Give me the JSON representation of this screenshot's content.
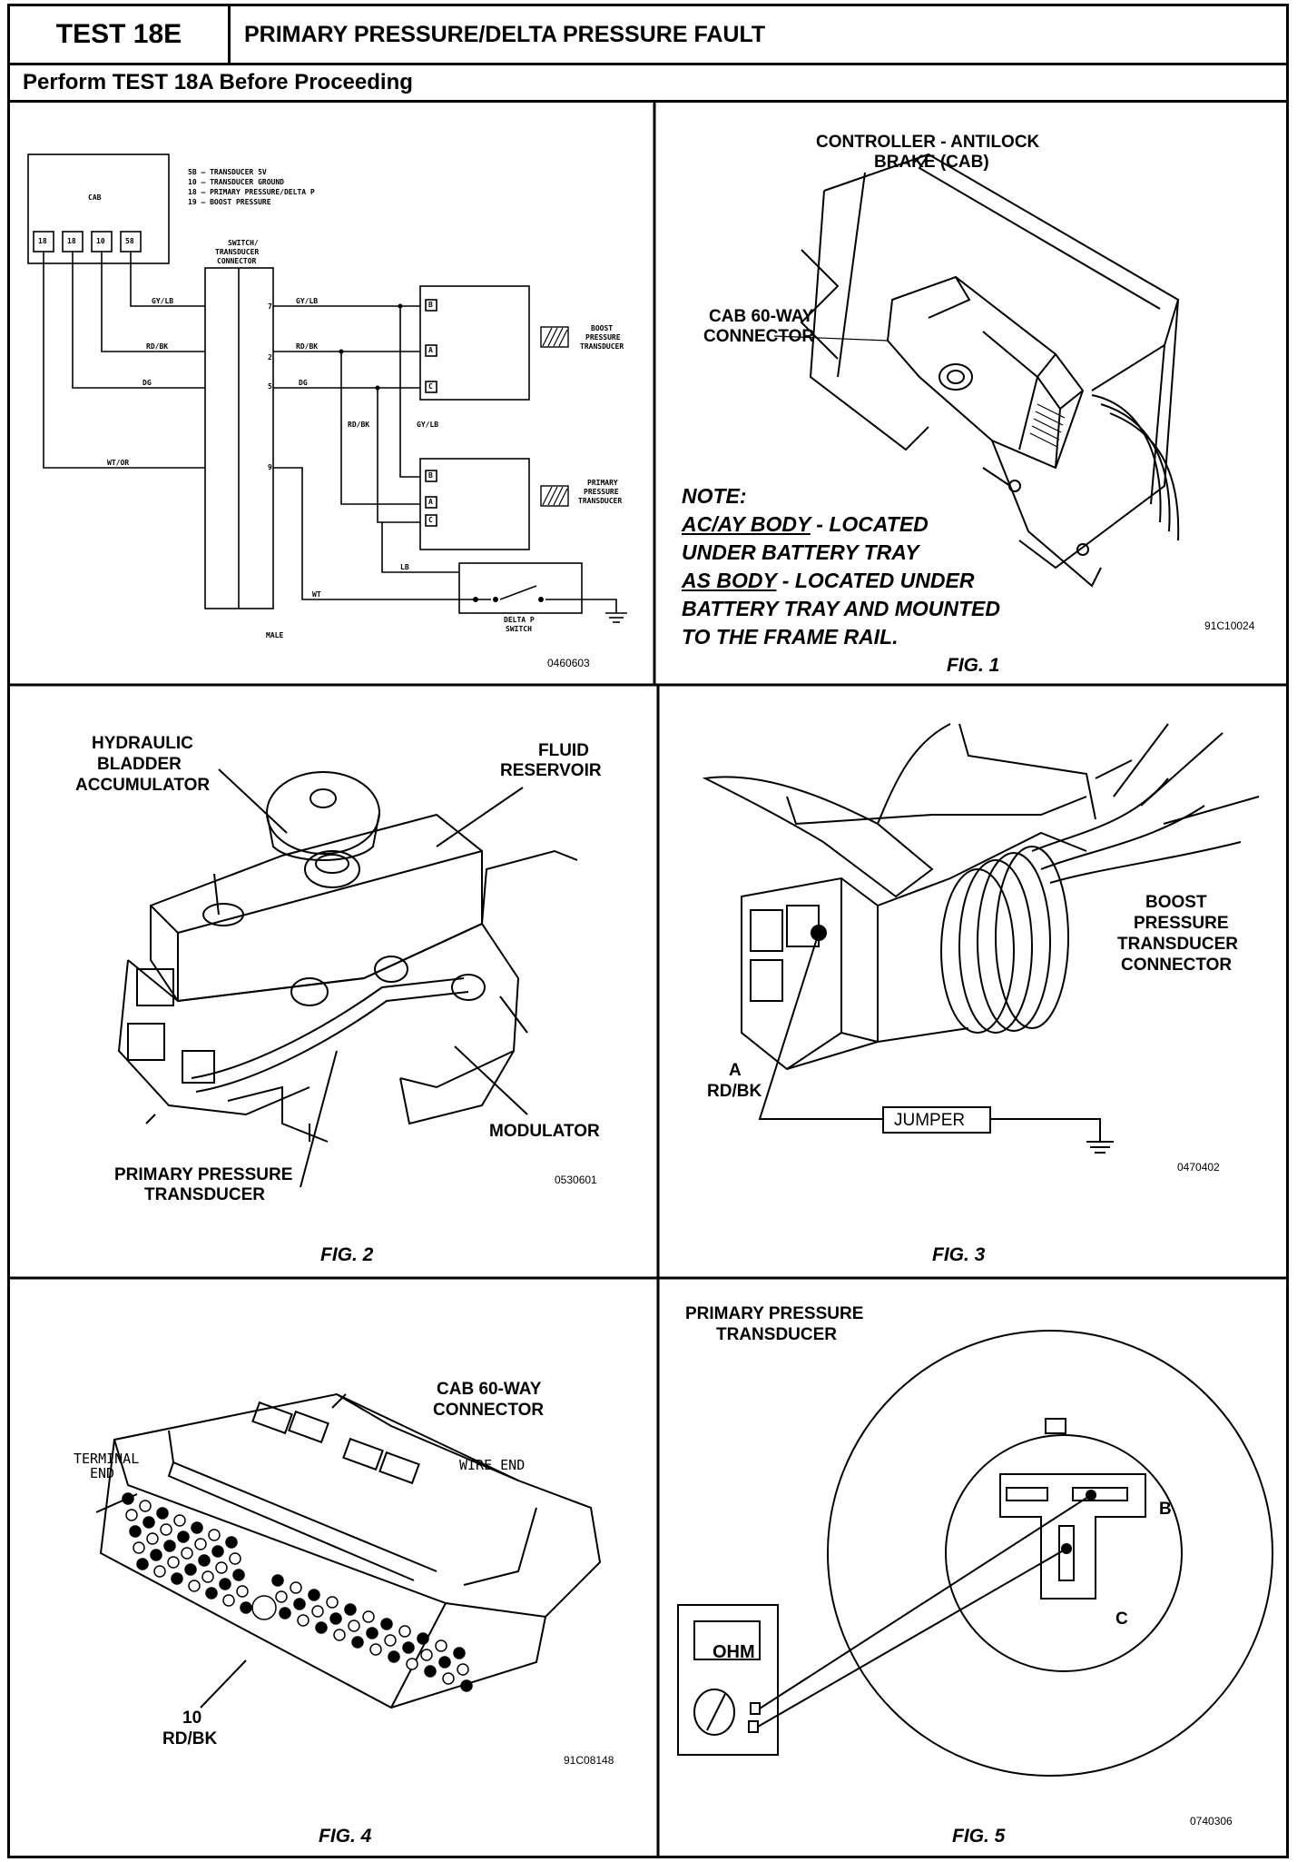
{
  "header": {
    "test_id": "TEST 18E",
    "title": "PRIMARY PRESSURE/DELTA PRESSURE FAULT",
    "subtitle": "Perform TEST 18A Before Proceeding"
  },
  "panel_wiring": {
    "cab_label": "CAB",
    "legend": [
      "5B – TRANSDUCER 5V",
      "10 – TRANSDUCER GROUND",
      "18 – PRIMARY PRESSURE/DELTA P",
      "19 – BOOST PRESSURE"
    ],
    "pins": [
      "18",
      "18",
      "10",
      "58"
    ],
    "switch_connector_label": [
      "SWITCH/",
      "TRANSDUCER",
      "CONNECTOR"
    ],
    "wires": {
      "gy_lb_1": "GY/LB",
      "rd_bk_1": "RD/BK",
      "dg_1": "DG",
      "wt_or": "WT/OR",
      "gy_lb_2": "GY/LB",
      "rd_bk_2": "RD/BK",
      "dg_2": "DG",
      "rd_bk_3": "RD/BK",
      "gy_lb_3": "GY/LB",
      "lb": "LB",
      "wt": "WT"
    },
    "connector_pins": [
      "7",
      "2",
      "5",
      "9"
    ],
    "male_label": "MALE",
    "boost_terminals": [
      "B",
      "A",
      "C"
    ],
    "primary_terminals": [
      "B",
      "A",
      "C"
    ],
    "boost_label": [
      "BOOST",
      "PRESSURE",
      "TRANSDUCER"
    ],
    "primary_label": [
      "PRIMARY",
      "PRESSURE",
      "TRANSDUCER"
    ],
    "delta_label": [
      "DELTA P",
      "SWITCH"
    ],
    "code": "0460603"
  },
  "panel_fig1": {
    "controller_label": [
      "CONTROLLER - ANTILOCK",
      "BRAKE (CAB)"
    ],
    "connector_label": [
      "CAB 60-WAY",
      "CONNECTOR"
    ],
    "note_title": "NOTE:",
    "note_line1_under": "AC/AY BODY",
    "note_line1_rest": " - LOCATED",
    "note_line2": "UNDER BATTERY TRAY",
    "note_line3_under": "AS BODY",
    "note_line3_rest": " - LOCATED UNDER",
    "note_line4": "BATTERY TRAY AND MOUNTED",
    "note_line5": "TO THE FRAME RAIL.",
    "code": "91C10024",
    "fig": "FIG. 1"
  },
  "panel_fig2": {
    "accumulator_label": [
      "HYDRAULIC",
      "BLADDER",
      "ACCUMULATOR"
    ],
    "reservoir_label": [
      "FLUID",
      "RESERVOIR"
    ],
    "modulator_label": "MODULATOR",
    "transducer_label": [
      "PRIMARY PRESSURE",
      "TRANSDUCER"
    ],
    "code": "0530601",
    "fig": "FIG. 2"
  },
  "panel_fig3": {
    "connector_label": [
      "BOOST",
      "PRESSURE",
      "TRANSDUCER",
      "CONNECTOR"
    ],
    "pin_label": [
      "A",
      "RD/BK"
    ],
    "jumper": "JUMPER",
    "code": "0470402",
    "fig": "FIG. 3"
  },
  "panel_fig4": {
    "connector_label": [
      "CAB 60-WAY",
      "CONNECTOR"
    ],
    "terminal_end": [
      "TERMINAL",
      "END"
    ],
    "wire_end": "WIRE END",
    "pin_label": [
      "10",
      "RD/BK"
    ],
    "code": "91C08148",
    "fig": "FIG. 4"
  },
  "panel_fig5": {
    "transducer_label": [
      "PRIMARY PRESSURE",
      "TRANSDUCER"
    ],
    "terminal_b": "B",
    "terminal_c": "C",
    "meter_display": "OHM",
    "code": "0740306",
    "fig": "FIG. 5"
  }
}
